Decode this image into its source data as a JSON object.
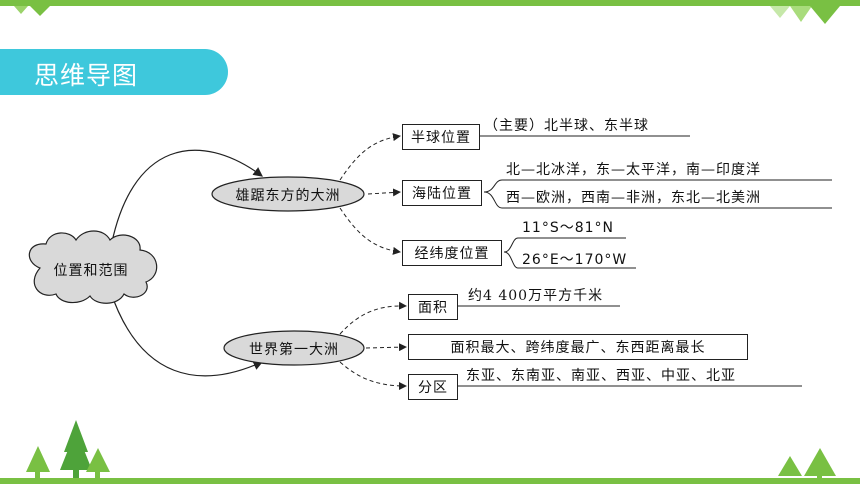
{
  "header": {
    "title": "思维导图"
  },
  "root": {
    "label": "位置和范围"
  },
  "branches": [
    {
      "label": "雄踞东方的大洲",
      "children": [
        {
          "label": "半球位置",
          "details": [
            "（主要）北半球、东半球"
          ]
        },
        {
          "label": "海陆位置",
          "details": [
            "北—北冰洋，东—太平洋，南—印度洋",
            "西—欧洲，西南—非洲，东北—北美洲"
          ]
        },
        {
          "label": "经纬度位置",
          "details": [
            "11°S～81°N",
            "26°E～170°W"
          ]
        }
      ]
    },
    {
      "label": "世界第一大洲",
      "children": [
        {
          "label": "面积",
          "details": [
            "约4 400万平方千米"
          ]
        },
        {
          "label": "面积最大、跨纬度最广、东西距离最长",
          "details": []
        },
        {
          "label": "分区",
          "details": [
            "东亚、东南亚、南亚、西亚、中亚、北亚"
          ]
        }
      ]
    }
  ],
  "colors": {
    "accent_green": "#79c043",
    "banner_cyan": "#3ec8dc",
    "node_fill": "#d9d9d9"
  }
}
